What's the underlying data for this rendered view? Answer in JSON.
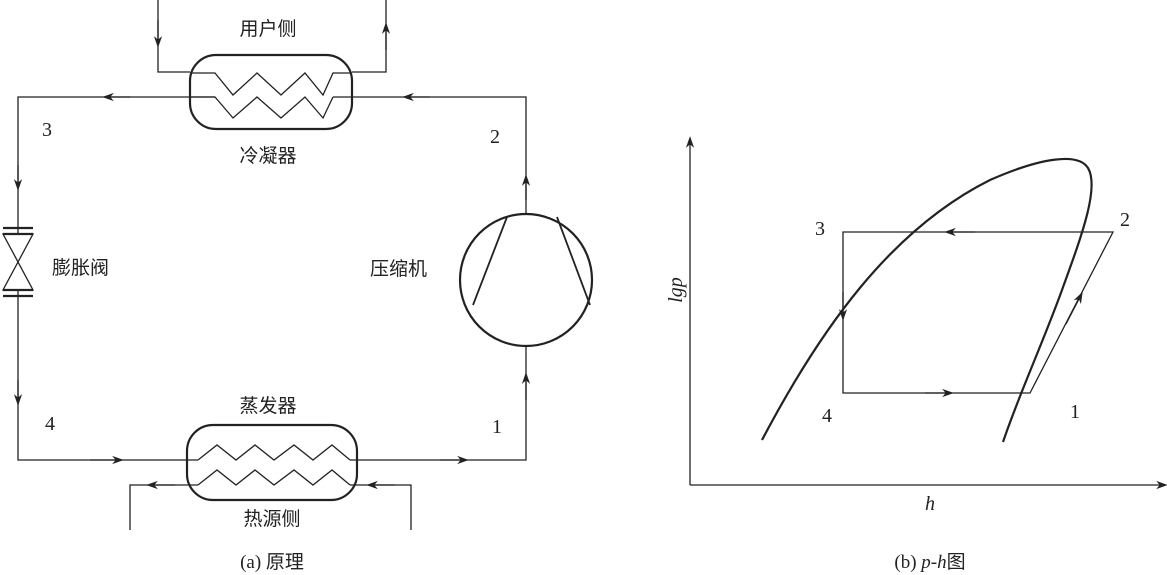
{
  "left": {
    "user_side": "用户侧",
    "condenser": "冷凝器",
    "expansion_valve": "膨胀阀",
    "compressor": "压缩机",
    "evaporator": "蒸发器",
    "heat_source_side": "热源侧",
    "points": {
      "p1": "1",
      "p2": "2",
      "p3": "3",
      "p4": "4"
    },
    "caption": "(a) 原理"
  },
  "right": {
    "y_axis": "lgp",
    "x_axis": "h",
    "points": {
      "p1": "1",
      "p2": "2",
      "p3": "3",
      "p4": "4"
    },
    "caption_prefix": "(b) ",
    "caption_italic": "p-h",
    "caption_suffix": "图"
  }
}
